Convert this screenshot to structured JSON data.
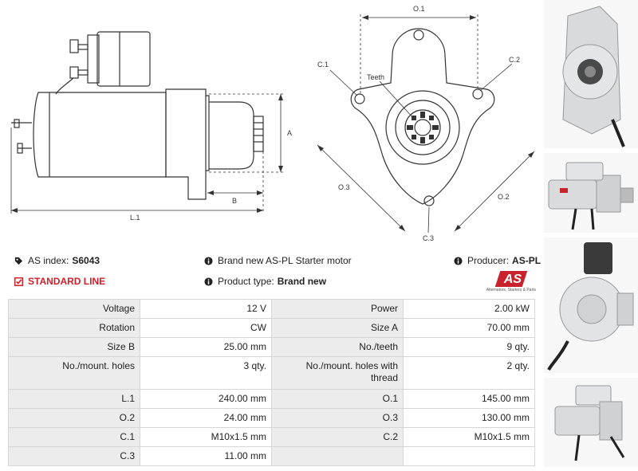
{
  "diagram": {
    "side_labels": {
      "A": "A",
      "B": "B",
      "L1": "L.1"
    },
    "front_labels": {
      "O1": "O.1",
      "O2": "O.2",
      "O3": "O.3",
      "C1": "C.1",
      "C2": "C.2",
      "C3": "C.3",
      "teeth": "Teeth"
    }
  },
  "info": {
    "as_index_label": "AS index:",
    "as_index_value": "S6043",
    "description": "Brand new AS-PL Starter motor",
    "producer_label": "Producer:",
    "producer_value": "AS-PL",
    "standard_line": "STANDARD LINE",
    "product_type_label": "Product type:",
    "product_type_value": "Brand new",
    "logo_text": "AS",
    "logo_tagline": "Alternators, Starters & Parts"
  },
  "specs": [
    [
      "Voltage",
      "12 V",
      "Power",
      "2.00 kW"
    ],
    [
      "Rotation",
      "CW",
      "Size A",
      "70.00 mm"
    ],
    [
      "Size B",
      "25.00 mm",
      "No./teeth",
      "9 qty."
    ],
    [
      "No./mount. holes",
      "3 qty.",
      "No./mount. holes with thread",
      "2 qty."
    ],
    [
      "L.1",
      "240.00 mm",
      "O.1",
      "145.00 mm"
    ],
    [
      "O.2",
      "24.00 mm",
      "O.3",
      "130.00 mm"
    ],
    [
      "C.1",
      "M10x1.5 mm",
      "C.2",
      "M10x1.5 mm"
    ],
    [
      "C.3",
      "11.00 mm",
      "",
      ""
    ]
  ]
}
